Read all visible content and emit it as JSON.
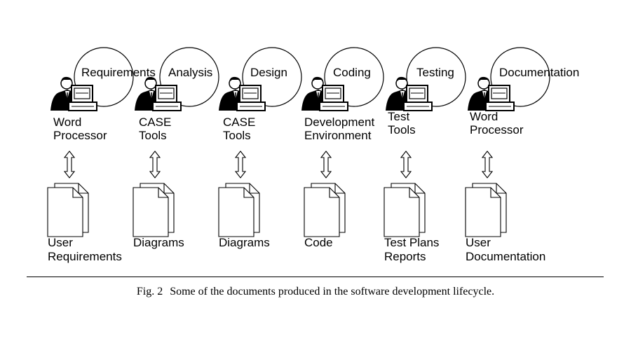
{
  "stages": [
    {
      "phase": "Requirements",
      "tool": [
        "Word",
        "Processor"
      ],
      "document": [
        "User",
        "Requirements"
      ]
    },
    {
      "phase": "Analysis",
      "tool": [
        "CASE",
        "Tools"
      ],
      "document": [
        "Diagrams"
      ]
    },
    {
      "phase": "Design",
      "tool": [
        "CASE",
        "Tools"
      ],
      "document": [
        "Diagrams"
      ]
    },
    {
      "phase": "Coding",
      "tool": [
        "Development",
        "Environment"
      ],
      "document": [
        "Code"
      ]
    },
    {
      "phase": "Testing",
      "tool": [
        "Test",
        "Tools"
      ],
      "document": [
        "Test Plans",
        "Reports"
      ]
    },
    {
      "phase": "Documentation",
      "tool": [
        "Word",
        "Processor"
      ],
      "document": [
        "User",
        "Documentation"
      ]
    }
  ],
  "caption": {
    "number": "Fig. 2",
    "text": "Some of the documents produced in the software development lifecycle."
  },
  "icons": {
    "person": "person-at-computer-icon",
    "arrow": "double-arrow-icon",
    "document": "document-stack-icon"
  }
}
